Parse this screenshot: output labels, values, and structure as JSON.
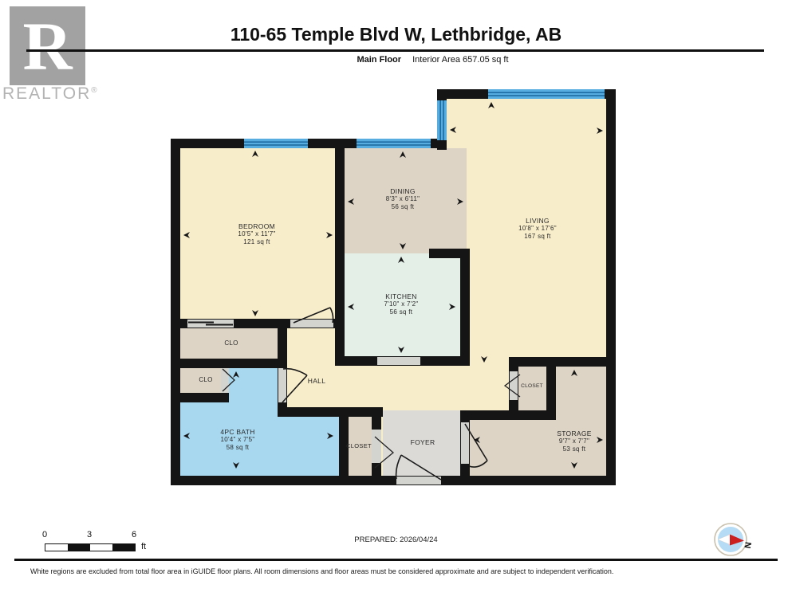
{
  "header": {
    "logo_letter": "R",
    "logo_brand": "REALTOR",
    "logo_reg": "®",
    "title": "110-65 Temple Blvd W, Lethbridge, AB",
    "floor_label": "Main Floor",
    "area_label": "Interior Area 657.05 sq ft"
  },
  "plan": {
    "rooms": [
      {
        "name": "BEDROOM",
        "dims": "10'5\" x 11'7\"",
        "area": "121 sq ft"
      },
      {
        "name": "DINING",
        "dims": "8'3\" x 6'11\"",
        "area": "56 sq ft"
      },
      {
        "name": "LIVING",
        "dims": "10'8\" x 17'6\"",
        "area": "167 sq ft"
      },
      {
        "name": "KITCHEN",
        "dims": "7'10\" x 7'2\"",
        "area": "56 sq ft"
      },
      {
        "name": "4PC BATH",
        "dims": "10'4\" x 7'5\"",
        "area": "58 sq ft"
      },
      {
        "name": "STORAGE",
        "dims": "9'7\" x 7'7\"",
        "area": "53 sq ft"
      }
    ],
    "small_labels": {
      "hall": "HALL",
      "foyer": "FOYER",
      "clo_bedroom": "CLO",
      "clo_bath": "CLO",
      "closet_hall": "CLOSET",
      "closet_foyer": "CLOSET"
    }
  },
  "legend": {
    "scale_ticks": [
      "0",
      "3",
      "6"
    ],
    "scale_unit": "ft",
    "prepared": "PREPARED: 2026/04/24",
    "compass_label": "N"
  },
  "footer": {
    "disclaimer": "White regions are excluded from total floor area in iGUIDE floor plans. All room dimensions and floor areas must be considered approximate and are subject to independent verification."
  },
  "colors": {
    "room_cream": "#f8edca",
    "room_tan": "#ddd4c5",
    "room_mint": "#e4efe8",
    "room_blue": "#a8d8f0",
    "room_gray": "#dbdad7",
    "threshold_gray": "#d3d3d0",
    "wall": "#151515",
    "window_blue": "#58ade0",
    "window_stripe": "#1c6ba2"
  }
}
